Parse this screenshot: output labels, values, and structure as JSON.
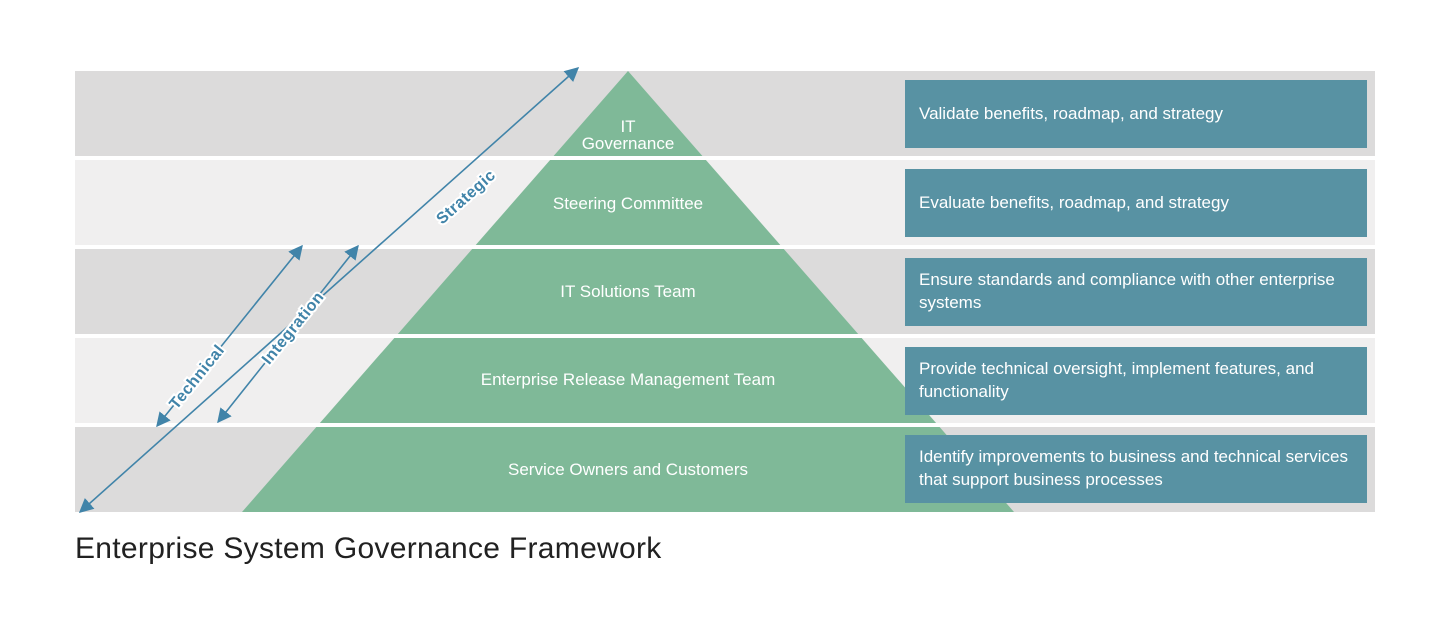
{
  "title": "Enterprise System Governance Framework",
  "pyramid": {
    "levels": [
      {
        "name": "IT Governance",
        "description": "Validate benefits, roadmap, and strategy"
      },
      {
        "name": "Steering Committee",
        "description": "Evaluate benefits, roadmap, and strategy"
      },
      {
        "name": "IT Solutions Team",
        "description": "Ensure standards and compliance with other enterprise systems"
      },
      {
        "name": "Enterprise Release Management Team",
        "description": "Provide technical oversight, implement features, and functionality"
      },
      {
        "name": "Service Owners and Customers",
        "description": "Identify improvements to business and technical services that support business processes"
      }
    ]
  },
  "arrows": [
    {
      "label": "Strategic"
    },
    {
      "label": "Integration"
    },
    {
      "label": "Technical"
    }
  ],
  "colors": {
    "pyramid_green": "#7fb998",
    "description_box_teal": "#5892a3",
    "arrow_blue": "#4184a9",
    "band_dark": "#dcdbdb",
    "band_light": "#f0efef",
    "title_text": "#212121",
    "level_text": "#ffffff"
  }
}
